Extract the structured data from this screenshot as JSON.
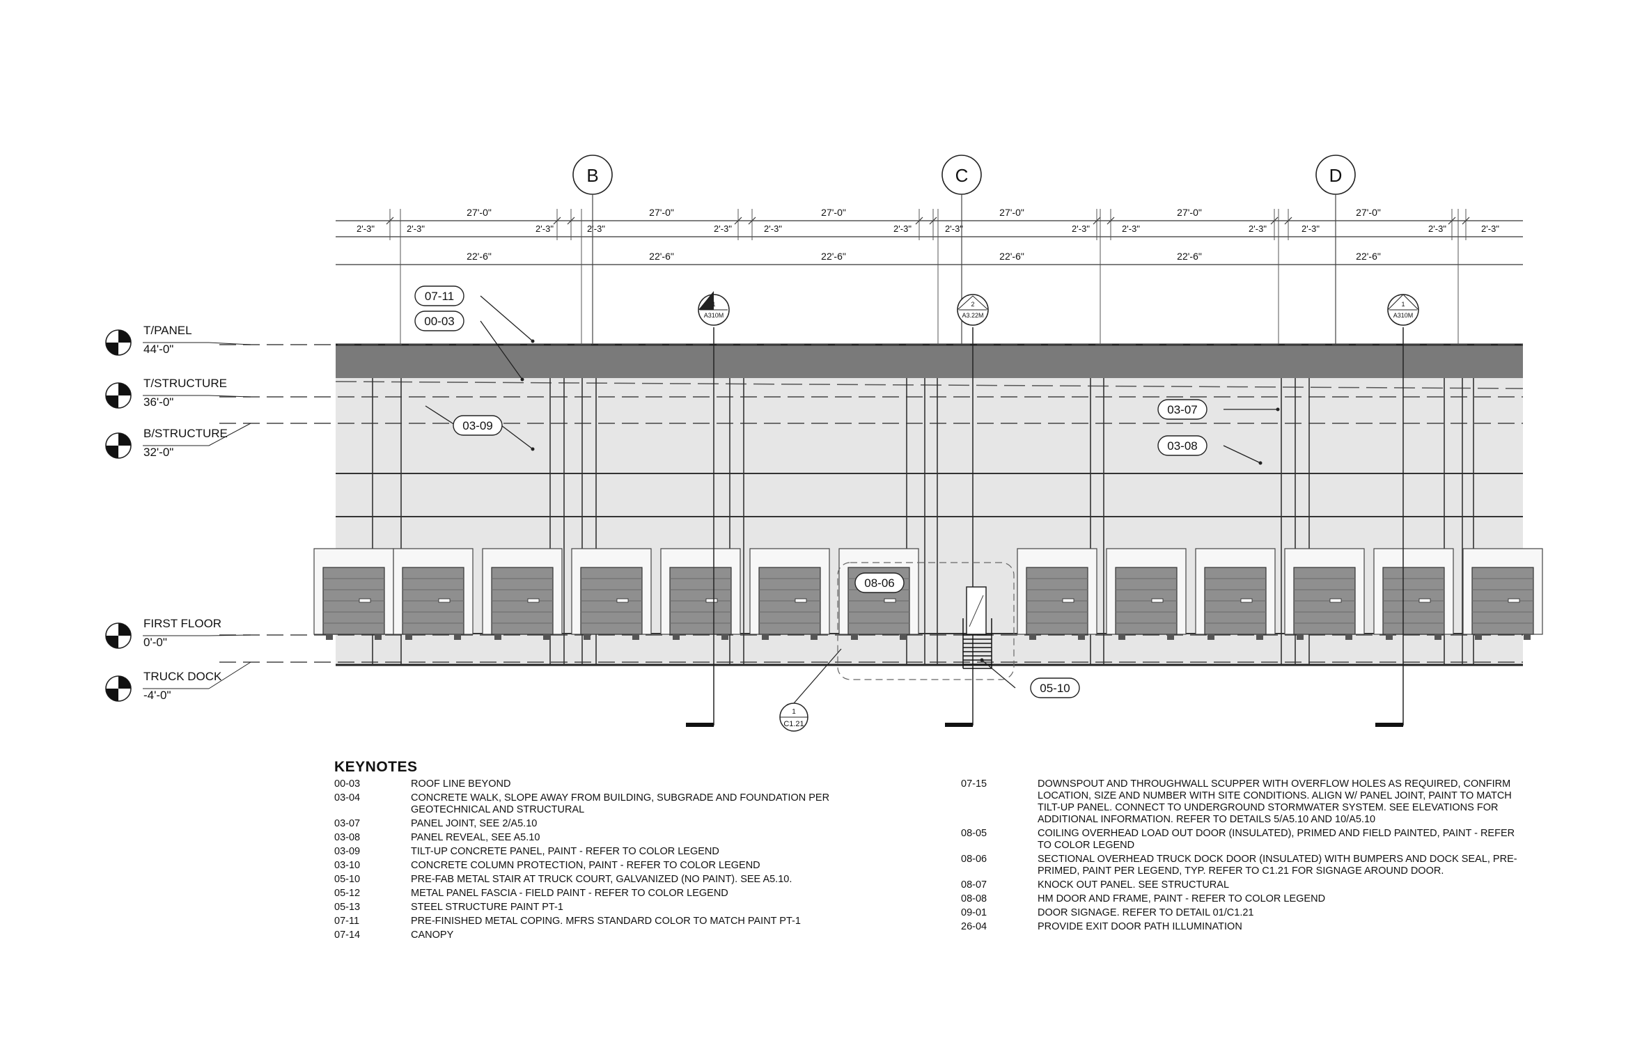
{
  "grid_bubbles": [
    "B",
    "C",
    "D"
  ],
  "dimensions": {
    "bay": "27'-0\"",
    "edge": "2'-3\"",
    "inner": "22'-6\""
  },
  "levels": [
    {
      "name": "T/PANEL",
      "elev": "44'-0\""
    },
    {
      "name": "T/STRUCTURE",
      "elev": "36'-0\""
    },
    {
      "name": "B/STRUCTURE",
      "elev": "32'-0\""
    },
    {
      "name": "FIRST FLOOR",
      "elev": "0'-0\""
    },
    {
      "name": "TRUCK DOCK",
      "elev": "-4'-0\""
    }
  ],
  "callout_tags": {
    "t0711": "07-11",
    "t0003": "00-03",
    "t0309": "03-09",
    "t0307": "03-07",
    "t0308": "03-08",
    "t0806": "08-06",
    "t0510": "05-10"
  },
  "section_marks": {
    "s1": {
      "num": "1",
      "sheet": "A310M"
    },
    "s2": {
      "num": "2",
      "sheet": "A3.22M"
    },
    "s3": {
      "num": "1",
      "sheet": "A310M"
    },
    "detail": {
      "num": "1",
      "sheet": "C1.21"
    }
  },
  "colors": {
    "panel": "#e4e4e4",
    "coping": "#7a7a7a",
    "door": "#8f8f8f",
    "line": "#222222"
  },
  "keynotes": {
    "title": "KEYNOTES",
    "left": [
      {
        "code": "00-03",
        "text": "ROOF LINE BEYOND"
      },
      {
        "code": "03-04",
        "text": "CONCRETE WALK, SLOPE AWAY FROM BUILDING, SUBGRADE AND FOUNDATION PER GEOTECHNICAL AND STRUCTURAL"
      },
      {
        "code": "03-07",
        "text": "PANEL JOINT, SEE 2/A5.10"
      },
      {
        "code": "03-08",
        "text": "PANEL REVEAL, SEE A5.10"
      },
      {
        "code": "03-09",
        "text": "TILT-UP CONCRETE PANEL, PAINT - REFER TO COLOR LEGEND"
      },
      {
        "code": "03-10",
        "text": "CONCRETE COLUMN PROTECTION, PAINT - REFER TO COLOR LEGEND"
      },
      {
        "code": "05-10",
        "text": "PRE-FAB METAL STAIR AT TRUCK COURT, GALVANIZED (NO PAINT). SEE A5.10."
      },
      {
        "code": "05-12",
        "text": "METAL PANEL FASCIA - FIELD PAINT - REFER TO COLOR LEGEND"
      },
      {
        "code": "05-13",
        "text": "STEEL STRUCTURE PAINT PT-1"
      },
      {
        "code": "07-11",
        "text": "PRE-FINISHED METAL COPING. MFRS STANDARD COLOR TO MATCH PAINT PT-1"
      },
      {
        "code": "07-14",
        "text": "CANOPY"
      }
    ],
    "right": [
      {
        "code": "07-15",
        "text": "DOWNSPOUT AND THROUGHWALL SCUPPER WITH OVERFLOW HOLES AS REQUIRED, CONFIRM LOCATION, SIZE AND NUMBER WITH SITE CONDITIONS. ALIGN W/ PANEL JOINT, PAINT TO MATCH TILT-UP PANEL. CONNECT TO UNDERGROUND STORMWATER SYSTEM. SEE ELEVATIONS FOR ADDITIONAL INFORMATION. REFER TO DETAILS 5/A5.10 AND 10/A5.10"
      },
      {
        "code": "08-05",
        "text": "COILING OVERHEAD LOAD OUT DOOR (INSULATED), PRIMED AND FIELD PAINTED, PAINT - REFER TO COLOR LEGEND"
      },
      {
        "code": "08-06",
        "text": "SECTIONAL OVERHEAD TRUCK DOCK DOOR (INSULATED) WITH BUMPERS AND DOCK SEAL, PRE-PRIMED, PAINT PER LEGEND, TYP. REFER TO C1.21 FOR SIGNAGE AROUND DOOR."
      },
      {
        "code": "08-07",
        "text": "KNOCK OUT PANEL. SEE STRUCTURAL"
      },
      {
        "code": "08-08",
        "text": "HM DOOR AND FRAME, PAINT - REFER TO COLOR LEGEND"
      },
      {
        "code": "09-01",
        "text": "DOOR SIGNAGE. REFER TO DETAIL 01/C1.21"
      },
      {
        "code": "26-04",
        "text": "PROVIDE EXIT DOOR PATH ILLUMINATION"
      }
    ]
  }
}
